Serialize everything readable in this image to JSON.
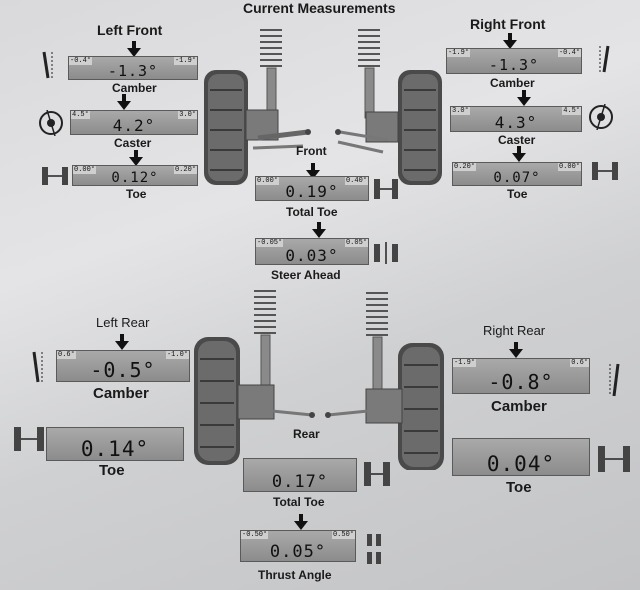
{
  "header": {
    "title": "Current Measurements"
  },
  "front": {
    "axle_label": "Front",
    "left_title": "Left Front",
    "right_title": "Right Front",
    "left": {
      "camber": {
        "label": "Camber",
        "value": "-1.3°",
        "min": "-0.4°",
        "max": "-1.9°"
      },
      "caster": {
        "label": "Caster",
        "value": "4.2°",
        "min": "4.5°",
        "max": "3.0°"
      },
      "toe": {
        "label": "Toe",
        "value": "0.12°",
        "min": "0.00°",
        "max": "0.20°"
      }
    },
    "right": {
      "camber": {
        "label": "Camber",
        "value": "-1.3°",
        "min": "-1.9°",
        "max": "-0.4°"
      },
      "caster": {
        "label": "Caster",
        "value": "4.3°",
        "min": "3.0°",
        "max": "4.5°"
      },
      "toe": {
        "label": "Toe",
        "value": "0.07°",
        "min": "0.20°",
        "max": "0.00°"
      }
    },
    "total_toe": {
      "label": "Total Toe",
      "value": "0.19°",
      "min": "0.00°",
      "max": "0.40°"
    },
    "steer_ahead": {
      "label": "Steer Ahead",
      "value": "0.03°",
      "min": "-0.05°",
      "max": "0.05°"
    }
  },
  "rear": {
    "axle_label": "Rear",
    "left_title": "Left Rear",
    "right_title": "Right Rear",
    "left": {
      "camber": {
        "label": "Camber",
        "value": "-0.5°",
        "min": "0.6°",
        "max": "-1.0°"
      },
      "toe": {
        "label": "Toe",
        "value": "0.14°",
        "min": "",
        "max": ""
      }
    },
    "right": {
      "camber": {
        "label": "Camber",
        "value": "-0.8°",
        "min": "-1.9°",
        "max": "0.6°"
      },
      "toe": {
        "label": "Toe",
        "value": "0.04°",
        "min": "",
        "max": ""
      }
    },
    "total_toe": {
      "label": "Total Toe",
      "value": "0.17°",
      "min": "",
      "max": ""
    },
    "thrust_angle": {
      "label": "Thrust Angle",
      "value": "0.05°",
      "min": "-0.50°",
      "max": "0.50°"
    }
  }
}
